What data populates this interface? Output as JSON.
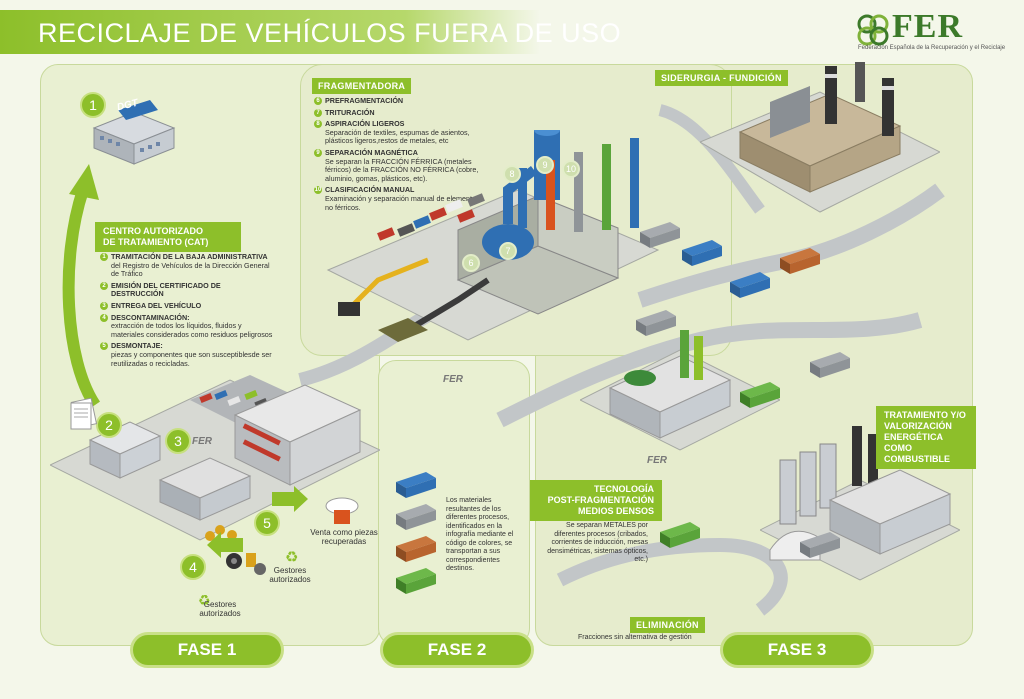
{
  "header": {
    "title": "RECICLAJE DE VEHÍCULOS FUERA DE USO",
    "logo_text": "FER",
    "logo_subtitle": "Federación Española de la Recuperación y el Reciclaje"
  },
  "phase1": {
    "step1_number": "1",
    "dgt_sign": "DGT",
    "cat_title_line1": "CENTRO AUTORIZADO",
    "cat_title_line2": "DE TRATAMIENTO (CAT)",
    "items": [
      {
        "num": "1",
        "title": "TRAMITACIÓN DE LA BAJA ADMINISTRATIVA",
        "desc": "del Registro de Vehículos de la Dirección General de Tráfico"
      },
      {
        "num": "2",
        "title": "EMISIÓN DEL CERTIFICADO DE DESTRUCCIÓN",
        "desc": ""
      },
      {
        "num": "3",
        "title": "ENTREGA DEL VEHÍCULO",
        "desc": ""
      },
      {
        "num": "4",
        "title": "DESCONTAMINACIÓN:",
        "desc": "extracción de todos los líquidos, fluidos y materiales considerados como residuos peligrosos"
      },
      {
        "num": "5",
        "title": "DESMONTAJE:",
        "desc": "piezas y componentes que son susceptiblesde ser reutilizadas o recicladas."
      }
    ],
    "marker2": "2",
    "marker3": "3",
    "marker4": "4",
    "marker5": "5",
    "gestores_1": "Gestores autorizados",
    "gestores_2": "Gestores autorizados",
    "venta": "Venta como piezas recuperadas",
    "fer_mark": "FER",
    "phase_label": "FASE 1"
  },
  "phase2": {
    "fragmentadora_title": "FRAGMENTADORA",
    "items": [
      {
        "num": "6",
        "title": "PREFRAGMENTACIÓN",
        "desc": ""
      },
      {
        "num": "7",
        "title": "TRITURACIÓN",
        "desc": ""
      },
      {
        "num": "8",
        "title": "ASPIRACIÓN LIGEROS",
        "desc": "Separación de textiles, espumas de asientos, plásticos ligeros,restos de metales, etc"
      },
      {
        "num": "9",
        "title": "SEPARACIÓN MAGNÉTICA",
        "desc": "Se separan la FRACCIÓN FÉRRICA (metales férricos) de la FRACCIÓN NO FÉRRICA (cobre, aluminio, gomas, plásticos, etc)."
      },
      {
        "num": "10",
        "title": "CLASIFICACIÓN MANUAL",
        "desc": "Examinación y separación manual de elementos no férricos."
      }
    ],
    "markers": [
      "6",
      "7",
      "8",
      "9",
      "10"
    ],
    "legend_text": "Los materiales resultantes de los diferentes procesos, identificados en la infografía mediante el código de colores, se transportan a sus correspondientes destinos.",
    "fer_mark": "FER",
    "phase_label": "FASE 2"
  },
  "phase3": {
    "siderurgia": "SIDERURGIA - FUNDICIÓN",
    "tratamiento_lines": [
      "TRATAMIENTO Y/O",
      "VALORIZACIÓN",
      "ENERGÉTICA",
      "COMO",
      "COMBUSTIBLE"
    ],
    "tecnologia_lines": [
      "TECNOLOGÍA",
      "POST-FRAGMENTACIÓN",
      "MEDIOS DENSOS"
    ],
    "tecnologia_desc": "Se separan METALES por diferentes procesos (cribados, corrientes de inducción, mesas densimétricas, sistemas ópticos, etc.)",
    "eliminacion": "ELIMINACIÓN",
    "eliminacion_desc": "Fracciones sin alternativa de gestión",
    "fer_mark": "FER",
    "phase_label": "FASE 3"
  },
  "colors": {
    "accent": "#8dbf2a",
    "accent_light": "#c9e088",
    "panel_bg": "#e9f0d2",
    "panel_border": "#c8d99c",
    "truck_blue": "#2f6fb3",
    "truck_grey": "#8f9498",
    "truck_orange": "#b8642e",
    "truck_green": "#5aa43a"
  }
}
